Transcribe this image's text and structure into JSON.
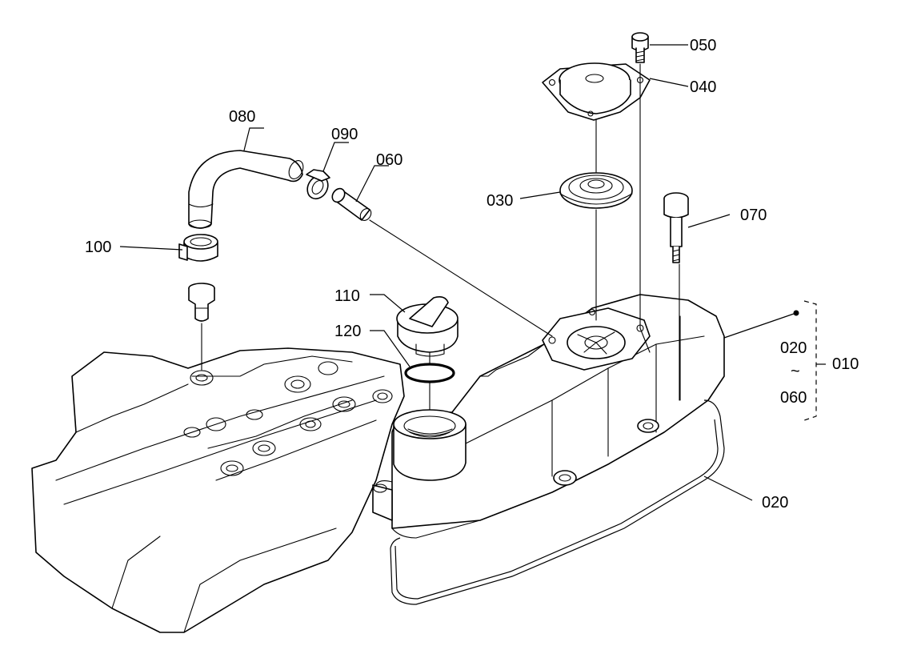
{
  "colors": {
    "ink": "#000000",
    "paper": "#ffffff"
  },
  "callouts": {
    "c010": "010",
    "c020_gasket": "020",
    "c020_range_start": "020",
    "c_range_tilde": "~",
    "c060_range_end": "060",
    "c030": "030",
    "c040": "040",
    "c050": "050",
    "c060": "060",
    "c070": "070",
    "c080": "080",
    "c090": "090",
    "c100": "100",
    "c110": "110",
    "c120": "120"
  }
}
